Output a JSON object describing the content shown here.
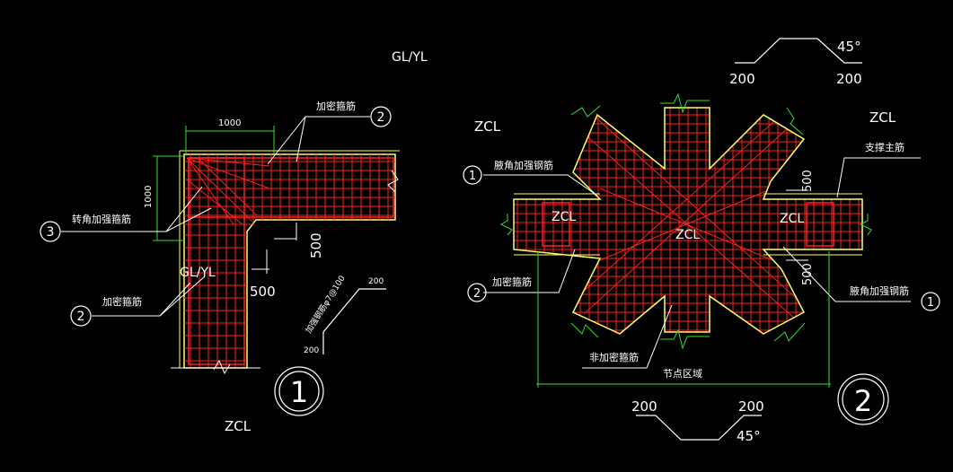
{
  "drawing": {
    "colors": {
      "background": "#000000",
      "rebar": "#ff2020",
      "outline": "#ffff66",
      "dimension": "#33dd33",
      "text": "#ffffff"
    },
    "left_detail": {
      "label_gl_yl_top": "GL/YL",
      "label_gl_yl_mid": "GL/YL",
      "label_zcl": "ZCL",
      "dim_1000_h": "1000",
      "dim_1000_v": "1000",
      "dim_500_a": "500",
      "dim_500_b": "500",
      "callout_jiami_top": "加密箍筋",
      "callout_zhuanjiao": "转角加强箍筋",
      "callout_jiami_bottom": "加密箍筋",
      "stirrup_note": "加强钢筋φ7@100",
      "dim_200_a": "200",
      "dim_200_b": "200",
      "marker_2_top": "2",
      "marker_3": "3",
      "marker_2_bottom": "2",
      "detail_no": "1"
    },
    "right_detail": {
      "label_zcl_top": "ZCL",
      "label_zcl_right": "ZCL",
      "label_zcl_left": "ZCL",
      "label_zcl_center": "ZCL",
      "label_zcl_inner_right": "ZCL",
      "callout_zhicheng": "支撑主筋",
      "callout_fujiao_1": "腋角加强钢筋",
      "callout_fujiao_2": "腋角加强钢筋",
      "callout_jiami": "加密箍筋",
      "callout_feijiami": "非加密箍筋",
      "callout_jiedian": "节点区域",
      "dim_500_a": "500",
      "dim_500_b": "500",
      "bend_top_left": "200",
      "bend_top_right": "200",
      "bend_top_angle": "45°",
      "bend_bot_left": "200",
      "bend_bot_right": "200",
      "bend_bot_angle": "45°",
      "marker_1_left": "1",
      "marker_2": "2",
      "marker_1_right": "1",
      "detail_no": "2"
    }
  }
}
